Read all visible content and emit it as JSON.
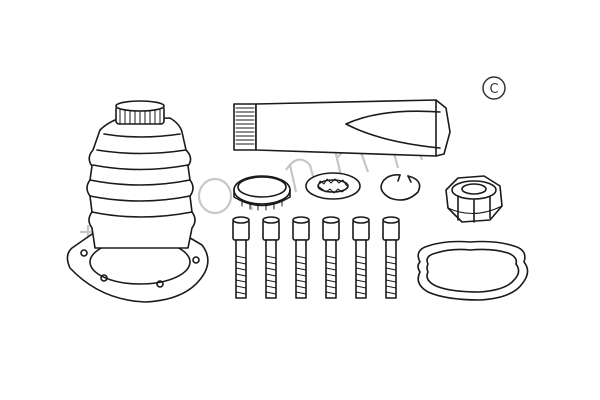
{
  "watermark": {
    "text": "",
    "color": "#bdbdbd"
  },
  "copyright": {
    "symbol": "C"
  },
  "parts": [
    {
      "id": "cv-boot",
      "icon": "cv-joint-boot-icon"
    },
    {
      "id": "grease-tube",
      "icon": "grease-tube-icon"
    },
    {
      "id": "hose-clamp",
      "icon": "hose-clamp-icon"
    },
    {
      "id": "lock-washer",
      "icon": "serrated-lock-washer-icon"
    },
    {
      "id": "circlip",
      "icon": "circlip-icon"
    },
    {
      "id": "axle-nut",
      "icon": "axle-nut-icon"
    },
    {
      "id": "bolts",
      "icon": "socket-head-bolt-icon",
      "count": 6
    },
    {
      "id": "gasket",
      "icon": "gasket-icon"
    }
  ],
  "colors": {
    "line": "#1a1a1a",
    "background": "#ffffff",
    "watermark": "#bdbdbd"
  }
}
